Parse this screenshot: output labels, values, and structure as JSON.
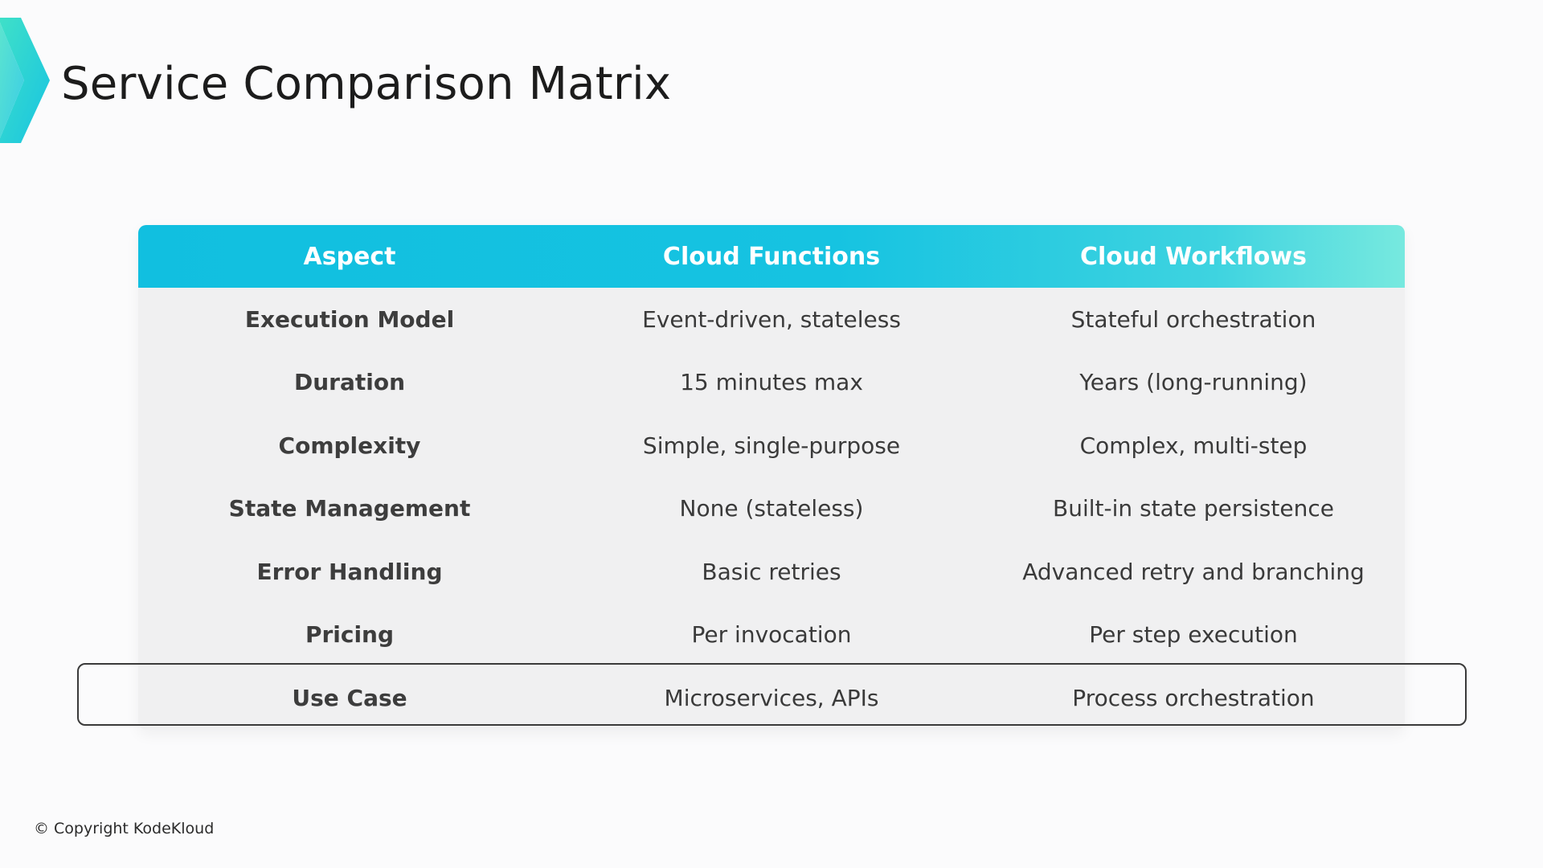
{
  "slide": {
    "title": "Service Comparison Matrix",
    "copyright": "© Copyright KodeKloud"
  },
  "colors": {
    "accent_start": "#11bfe0",
    "accent_end": "#77e9df",
    "table_body": "#f0f0f1"
  },
  "table": {
    "headers": [
      "Aspect",
      "Cloud Functions",
      "Cloud Workflows"
    ],
    "rows": [
      [
        "Execution Model",
        "Event-driven, stateless",
        "Stateful orchestration"
      ],
      [
        "Duration",
        "15 minutes max",
        "Years (long-running)"
      ],
      [
        "Complexity",
        "Simple, single-purpose",
        "Complex, multi-step"
      ],
      [
        "State Management",
        "None (stateless)",
        "Built-in state persistence"
      ],
      [
        "Error Handling",
        "Basic retries",
        "Advanced retry and branching"
      ],
      [
        "Pricing",
        "Per invocation",
        "Per step execution"
      ],
      [
        "Use Case",
        "Microservices, APIs",
        "Process orchestration"
      ]
    ]
  }
}
